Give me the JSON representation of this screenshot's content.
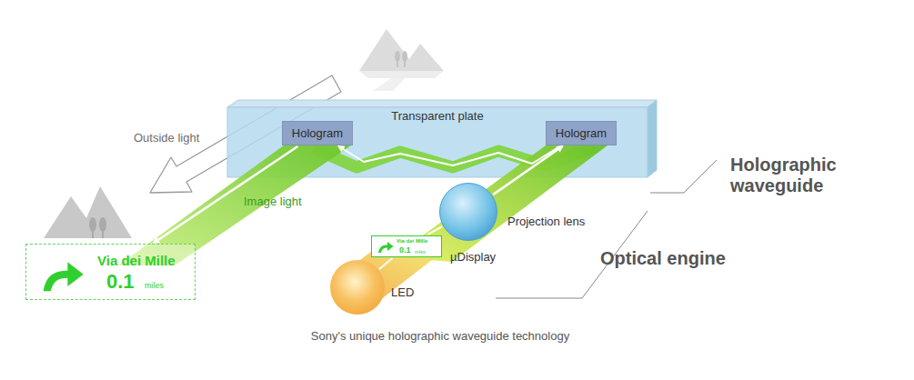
{
  "diagram": {
    "caption": "Sony's unique holographic waveguide technology",
    "nodes": [
      {
        "text": [
          "Transparent plate"
        ]
      },
      {
        "text": [
          "Hologram"
        ],
        "in": 0
      },
      {
        "text": [
          "Hologram"
        ],
        "in": 0
      },
      {
        "text": [
          "Projection lens"
        ]
      },
      {
        "text": [
          "Via dei Mille",
          "0.1",
          "miles",
          "µDisplay"
        ]
      },
      {
        "text": [
          "LED"
        ]
      },
      {
        "text": [
          "Via dei Mille",
          "0.1",
          "miles"
        ]
      }
    ],
    "edges": [
      {
        "from": 5,
        "to": 4,
        "arrow": "none"
      },
      {
        "from": 4,
        "to": 3,
        "arrow": "none"
      },
      {
        "from": 3,
        "to": 2,
        "arrow": "to"
      },
      {
        "from": 2,
        "to": 1,
        "arrow": "to"
      },
      {
        "from": 1,
        "to": 6,
        "arrow": "to"
      }
    ],
    "labels": [
      "Outside light",
      "Image light",
      "Holographic waveguide",
      "Optical engine"
    ]
  }
}
